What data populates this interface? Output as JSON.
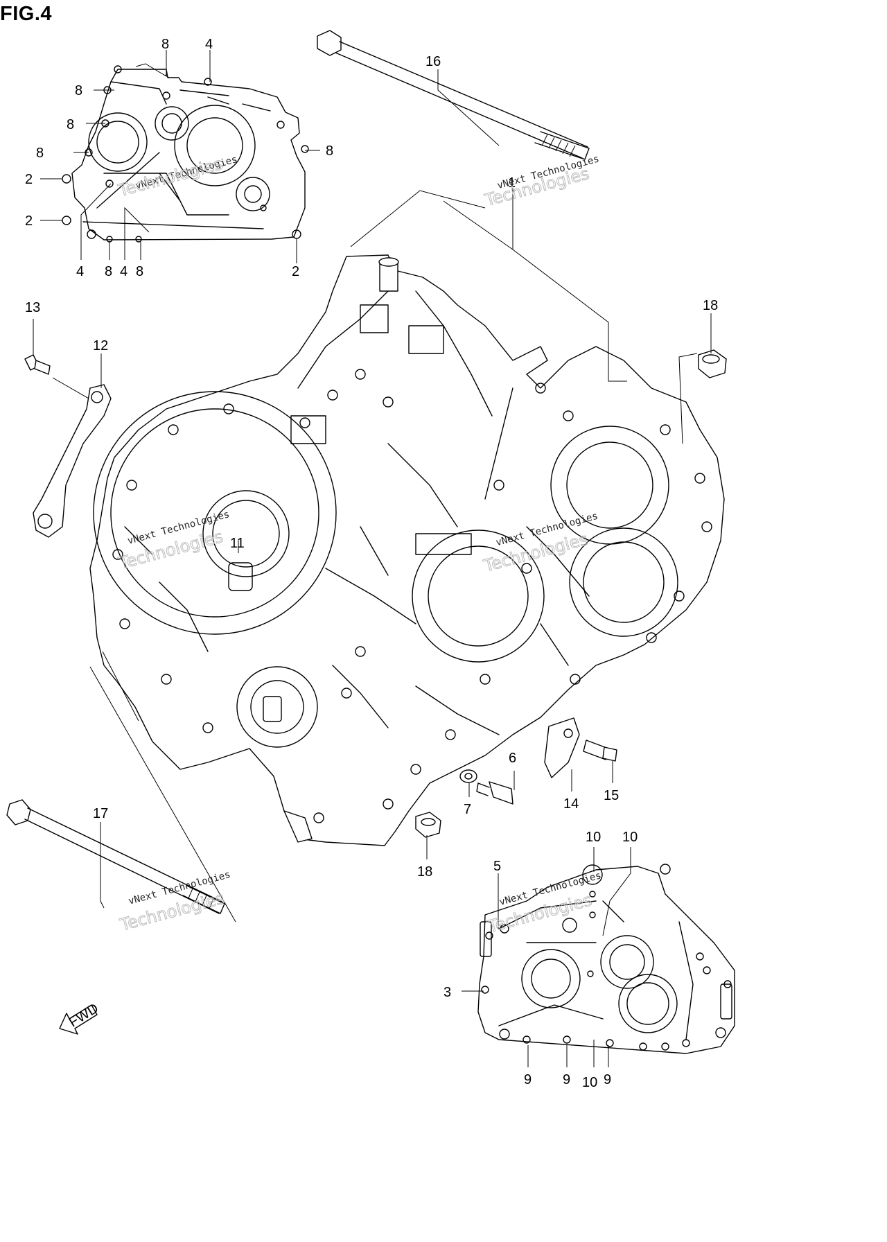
{
  "figure": {
    "title": "FIG.4"
  },
  "callouts": [
    "1",
    "2",
    "2",
    "2",
    "3",
    "4",
    "4",
    "4",
    "5",
    "6",
    "7",
    "8",
    "8",
    "8",
    "8",
    "8",
    "8",
    "8",
    "9",
    "9",
    "9",
    "10",
    "10",
    "10",
    "11",
    "12",
    "13",
    "14",
    "15",
    "16",
    "17",
    "18",
    "18"
  ],
  "fwd_label": "FWD",
  "watermark": {
    "small": "vNext Technologies",
    "large": "Technologies",
    "top": "vNext"
  }
}
